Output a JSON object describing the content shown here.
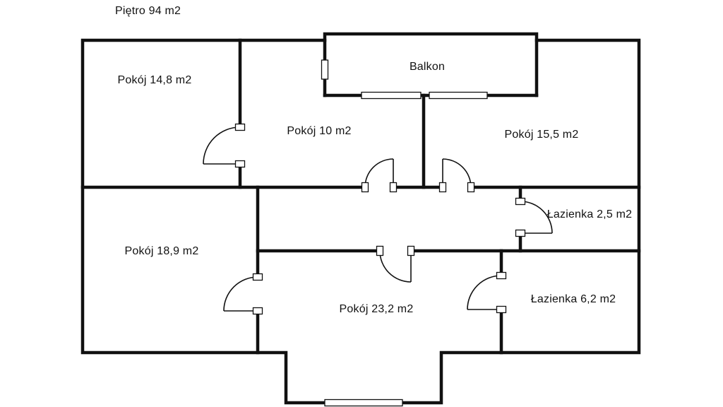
{
  "title": "Piętro 94 m2",
  "rooms": [
    {
      "name": "pokoj-14-8",
      "label": "Pokój 14,8 m2"
    },
    {
      "name": "balkon",
      "label": "Balkon"
    },
    {
      "name": "pokoj-10",
      "label": "Pokój 10 m2"
    },
    {
      "name": "pokoj-15-5",
      "label": "Pokój 15,5 m2"
    },
    {
      "name": "lazienka-2-5",
      "label": "Łazienka 2,5 m2"
    },
    {
      "name": "pokoj-18-9",
      "label": "Pokój 18,9 m2"
    },
    {
      "name": "pokoj-23-2",
      "label": "Pokój 23,2 m2"
    },
    {
      "name": "lazienka-6-2",
      "label": "Łazienka 6,2 m2"
    }
  ],
  "colors": {
    "wall": "#111111",
    "text": "#111111",
    "background": "#ffffff",
    "window-fill": "#ffffff"
  }
}
